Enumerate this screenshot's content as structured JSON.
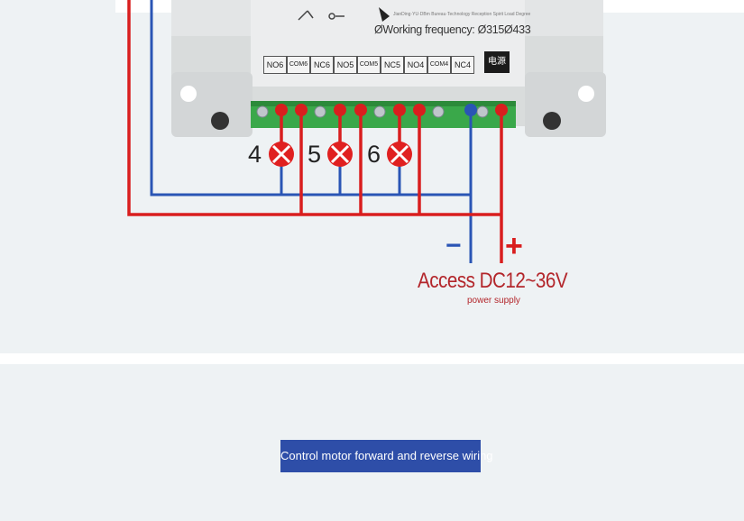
{
  "module": {
    "tiny_text": "JianDing·YU·DBm Bureau·Technology Reception Spirit Load Degree",
    "frequency_text": "ØWorking frequency: Ø315Ø433",
    "terminal_labels": [
      "NO6",
      "COM6",
      "NC6",
      "NO5",
      "COM5",
      "NC5",
      "NO4",
      "COM4",
      "NC4"
    ],
    "power_label": "电源"
  },
  "lamps": [
    "4",
    "5",
    "6"
  ],
  "power": {
    "minus": "−",
    "plus": "+",
    "title": "Access DC12~36V",
    "subtitle": "power supply"
  },
  "section2": {
    "title": "Control motor forward and reverse wiring"
  },
  "colors": {
    "wire_red": "#d91e1e",
    "wire_blue": "#2a55b5",
    "terminal_green": "#3aa84a",
    "banner_blue": "#2e4ea8",
    "caption_red": "#b3262b"
  }
}
